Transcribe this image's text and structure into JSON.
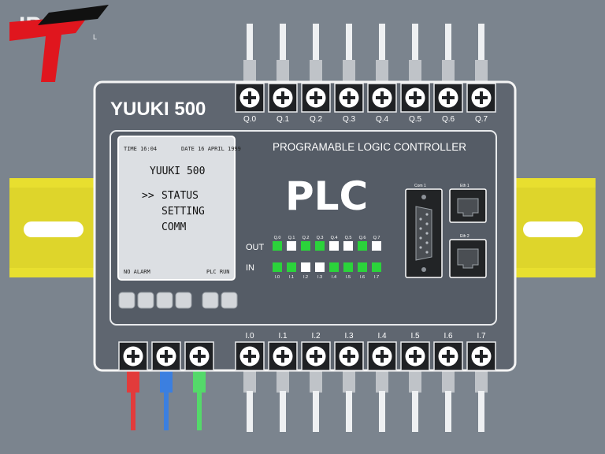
{
  "device": {
    "model": "YUUKI 500",
    "subtitle": "PROGRAMABLE LOGIC CONTROLLER",
    "big_label": "PLC"
  },
  "logo": {
    "text": "IPS",
    "tagline": "L"
  },
  "lcd": {
    "time": "TIME 16:04",
    "date": "DATE 16 APRIL 1999",
    "title": "YUUKI 500",
    "cursor": ">>",
    "menu": [
      "STATUS",
      "SETTING",
      "COMM"
    ],
    "status_left": "NO ALARM",
    "status_right": "PLC RUN"
  },
  "outputs": {
    "row_label": "OUT",
    "labels": [
      "Q.0",
      "Q.1",
      "Q.2",
      "Q.3",
      "Q.4",
      "Q.5",
      "Q.6",
      "Q.7"
    ],
    "led_labels": [
      "Q.0",
      "Q.1",
      "Q.2",
      "Q.3",
      "Q.4",
      "Q.5",
      "Q.6",
      "Q.7"
    ],
    "states": [
      "on",
      "off",
      "on",
      "on",
      "off",
      "off",
      "on",
      "off"
    ]
  },
  "inputs": {
    "row_label": "IN",
    "labels": [
      "I.0",
      "I.1",
      "I.2",
      "I.3",
      "I.4",
      "I.5",
      "I.6",
      "I.7"
    ],
    "led_labels": [
      "I.0",
      "I.1",
      "I.2",
      "I.3",
      "I.4",
      "I.5",
      "I.6",
      "I.7"
    ],
    "states": [
      "on",
      "on",
      "off",
      "off",
      "on",
      "on",
      "on",
      "on"
    ]
  },
  "ports": {
    "com": "Com 1",
    "eth1": "Eth 1",
    "eth2": "Eth 2"
  },
  "power_wires": [
    "#e23b3b",
    "#3b7fe0",
    "#54d96a"
  ],
  "colors": {
    "housing": "#5f6670",
    "panel": "#555c66",
    "rail": "#e8df2f",
    "led_on": "#2bd33b",
    "led_off": "#ffffff",
    "logo_red": "#e0161e"
  }
}
